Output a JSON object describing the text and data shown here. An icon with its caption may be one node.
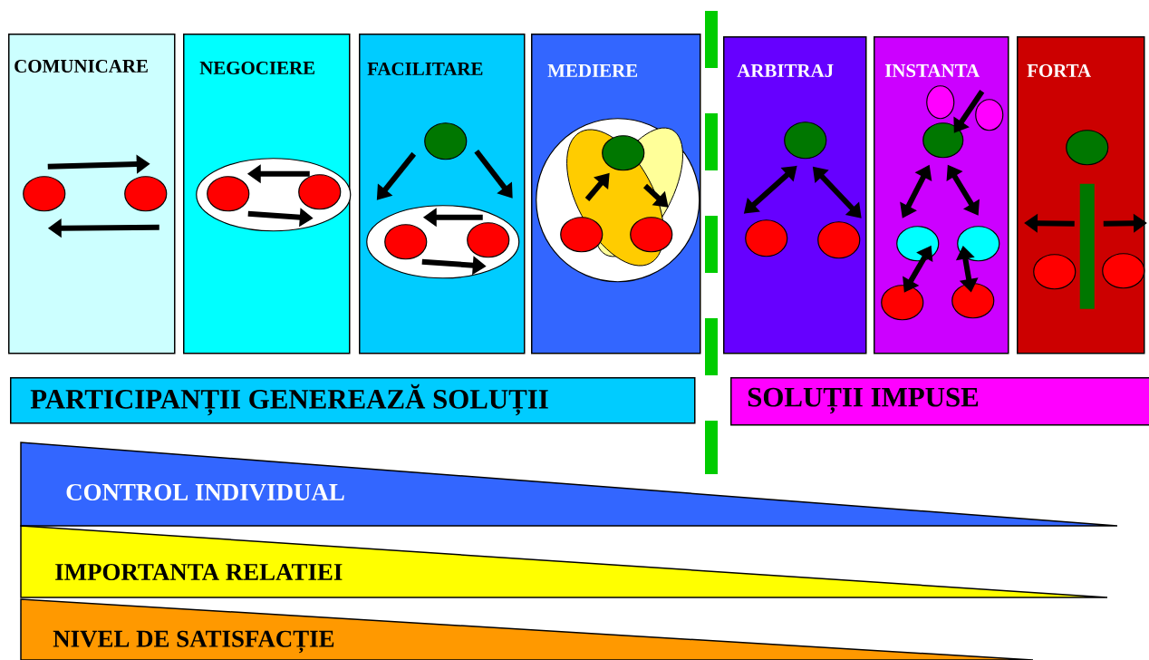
{
  "diagram": {
    "nodes": [
      {
        "text": [
          "COMUNICARE"
        ]
      },
      {
        "text": [],
        "shape": "circle",
        "in": 0
      },
      {
        "text": [],
        "shape": "circle",
        "in": 0
      },
      {
        "text": [
          "NEGOCIERE"
        ]
      },
      {
        "text": [],
        "shape": "ellipse",
        "in": 3
      },
      {
        "text": [],
        "shape": "circle",
        "in": 4
      },
      {
        "text": [],
        "shape": "circle",
        "in": 4
      },
      {
        "text": [
          "FACILITARE"
        ]
      },
      {
        "text": [],
        "shape": "circle",
        "in": 7
      },
      {
        "text": [],
        "shape": "ellipse",
        "in": 7
      },
      {
        "text": [],
        "shape": "circle",
        "in": 9
      },
      {
        "text": [],
        "shape": "circle",
        "in": 9
      },
      {
        "text": [
          "MEDIERE"
        ]
      },
      {
        "text": [],
        "shape": "circle",
        "in": 12
      },
      {
        "text": [],
        "shape": "circle",
        "in": 13
      },
      {
        "text": [],
        "shape": "circle",
        "in": 13
      },
      {
        "text": [],
        "shape": "circle",
        "in": 13
      },
      {
        "text": [
          "ARBITRAJ"
        ]
      },
      {
        "text": [],
        "shape": "circle",
        "in": 17
      },
      {
        "text": [],
        "shape": "circle",
        "in": 17
      },
      {
        "text": [],
        "shape": "circle",
        "in": 17
      },
      {
        "text": [
          "INSTANTA"
        ]
      },
      {
        "text": [],
        "shape": "circle",
        "in": 21
      },
      {
        "text": [],
        "shape": "circle",
        "in": 21
      },
      {
        "text": [],
        "shape": "circle",
        "in": 21
      },
      {
        "text": [],
        "shape": "circle",
        "in": 21
      },
      {
        "text": [],
        "shape": "circle",
        "in": 21
      },
      {
        "text": [],
        "shape": "circle",
        "in": 21
      },
      {
        "text": [],
        "shape": "circle",
        "in": 21
      },
      {
        "text": [
          "FORTA"
        ]
      },
      {
        "text": [],
        "shape": "circle",
        "in": 29
      },
      {
        "text": [],
        "shape": "bar",
        "in": 29
      },
      {
        "text": [],
        "shape": "circle",
        "in": 29
      },
      {
        "text": [],
        "shape": "circle",
        "in": 29
      },
      {
        "text": [
          "PARTICIPANȚII GENEREAZĂ SOLUȚII"
        ]
      },
      {
        "text": [
          "SOLUȚII IMPUSE"
        ]
      },
      {
        "text": [
          "CONTROL INDIVIDUAL"
        ]
      },
      {
        "text": [
          "IMPORTANTA RELATIEI"
        ]
      },
      {
        "text": [
          "NIVEL DE SATISFACȚIE"
        ]
      }
    ],
    "edges": [
      {
        "from": 1,
        "to": 2,
        "arrow": "to"
      },
      {
        "from": 2,
        "to": 1,
        "arrow": "to"
      },
      {
        "from": 6,
        "to": 5,
        "arrow": "to"
      },
      {
        "from": 5,
        "to": 6,
        "arrow": "to"
      },
      {
        "from": 8,
        "to": 9,
        "arrow": "to"
      },
      {
        "from": 8,
        "to": 9,
        "arrow": "to"
      },
      {
        "from": 11,
        "to": 10,
        "arrow": "to"
      },
      {
        "from": 10,
        "to": 11,
        "arrow": "to"
      },
      {
        "from": null,
        "to": 14,
        "arrow": "to"
      },
      {
        "from": null,
        "to": 16,
        "arrow": "to"
      },
      {
        "from": 18,
        "to": 19,
        "arrow": "both"
      },
      {
        "from": 18,
        "to": 20,
        "arrow": "both"
      },
      {
        "from": 23,
        "to": 24,
        "arrow": "to"
      },
      {
        "from": 24,
        "to": 25,
        "arrow": "both"
      },
      {
        "from": 24,
        "to": 26,
        "arrow": "both"
      },
      {
        "from": 25,
        "to": 27,
        "arrow": "both"
      },
      {
        "from": 26,
        "to": 28,
        "arrow": "both"
      },
      {
        "from": 31,
        "to": null,
        "arrow": "to"
      },
      {
        "from": 31,
        "to": null,
        "arrow": "to"
      }
    ]
  }
}
